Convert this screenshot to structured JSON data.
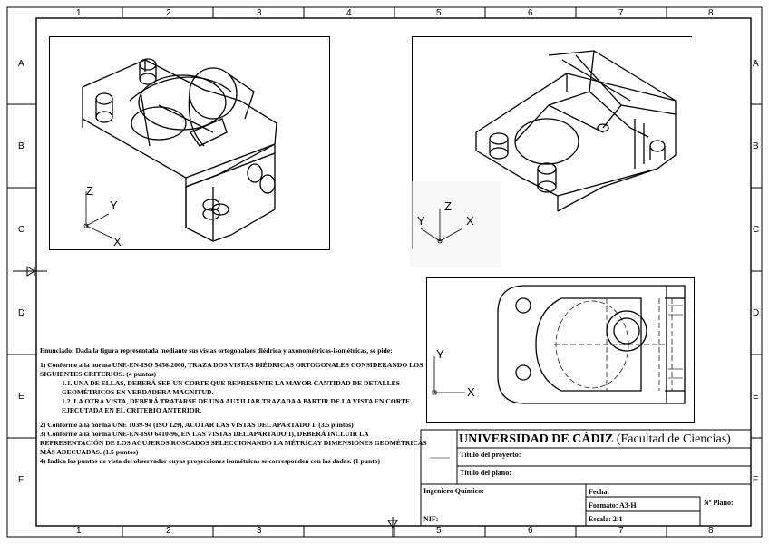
{
  "frame": {
    "column_labels": [
      "1",
      "2",
      "3",
      "4",
      "5",
      "6",
      "7",
      "8"
    ],
    "row_labels": [
      "A",
      "B",
      "C",
      "D",
      "E",
      "F"
    ]
  },
  "views": {
    "view1": {
      "axis_labels": [
        "Z",
        "Y",
        "X"
      ]
    },
    "view2": {
      "axis_labels": [
        "Z",
        "Y",
        "X"
      ]
    },
    "view3": {
      "axis_labels": [
        "Y",
        "X"
      ]
    }
  },
  "statement": {
    "intro": "Enunciado: Dada la figura representada mediante sus vistas ortogonalaes diédrica y axonométricas-isométricas, se pide:",
    "item1": "1) Conforme a la norma UNE-EN-ISO 5456-2000, TRAZA DOS VISTAS DIÉDRICAS ORTOGONALES CONSIDERANDO LOS SIGUIENTES CRITERIOS: (4 puntos)",
    "item1_1": "1.1. UNA DE ELLAS, DEBERÁ SER UN CORTE QUE REPRESENTE LA MAYOR CANTIDAD DE DETALLES GEOMÉTRICOS EN VERDADERA MAGNITUD.",
    "item1_2": "1.2. LA OTRA VISTA, DEBERÁ TRATARSE DE UNA AUXILIAR TRAZADA A PARTIR DE LA VISTA EN CORTE EJECUTADA EN EL CRITERIO ANTERIOR.",
    "item2": "2) Conforme a la norma UNE 1039-94 (ISO 129), ACOTAR LAS VISTAS DEL APARTADO 1. (3.5 puntos)",
    "item3": "3) Conforme a la norma UNE-EN-ISO 6410-96, EN LAS VISTAS DEL APARTADO 1), DEBERÁ INCLUIR LA REPRESENTACIÓN DE LOS AGUJEROS ROSCADOS SELECCIONANDO LA MÉTRICAY DIMENSIONES GEOMÉTRICAS MÁS ADECUADAS. (1.5 puntos)",
    "item4": "4) Indica los puntos de vista del observador cuyas proyecciones isométricas se corresponden con las dadas. (1 punto)"
  },
  "title_block": {
    "university": "UNIVERSIDAD DE CÁDIZ",
    "faculty": "(Facultad de Ciencias)",
    "project_label": "Título del proyecto:",
    "plan_label": "Título del plano:",
    "engineer_label": "Ingeniero Químico:",
    "nif_label": "NIF:",
    "date_label": "Fecha:",
    "format_label": "Formato: A3-H",
    "scale_label": "Escala: 2:1",
    "plan_no_label": "Nº Plano:"
  }
}
